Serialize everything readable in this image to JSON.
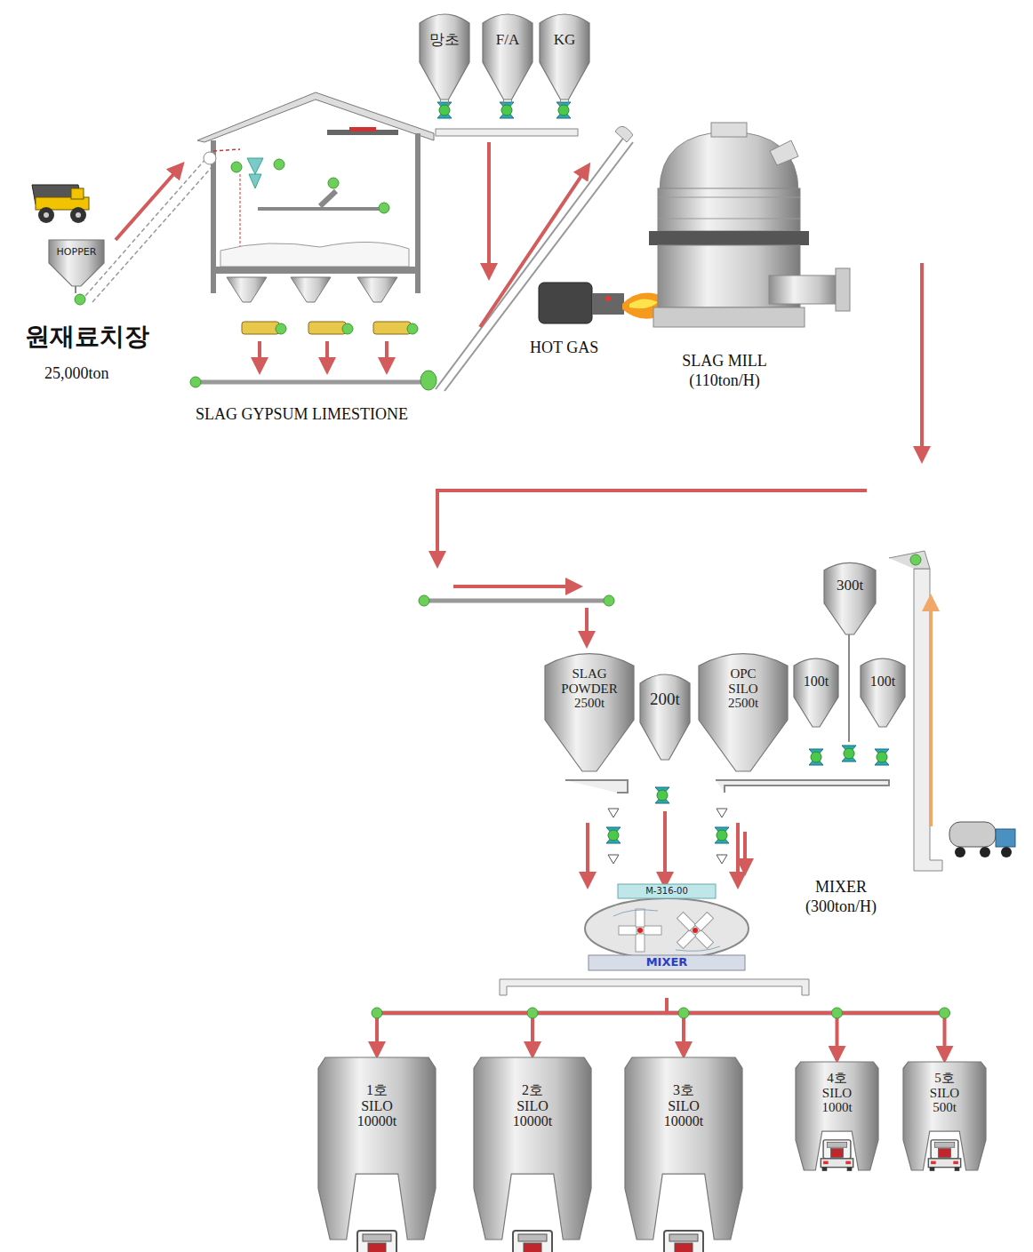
{
  "diagram": {
    "nodes": [
      {
        "text": [
          "망초"
        ]
      },
      {
        "text": [
          "F/A"
        ]
      },
      {
        "text": [
          "KG"
        ]
      },
      {
        "text": [
          "HOPPER"
        ]
      },
      {
        "text": [
          "SLAG POWDER 2500t"
        ]
      },
      {
        "text": [
          "200t"
        ]
      },
      {
        "text": [
          "OPC SILO 2500t"
        ]
      },
      {
        "text": [
          "300t"
        ]
      },
      {
        "text": [
          "100t"
        ]
      },
      {
        "text": [
          "100t"
        ]
      },
      {
        "text": [
          "M-316-00",
          "MIXER"
        ]
      },
      {
        "text": [
          "1호 SILO 10000t"
        ]
      },
      {
        "text": [
          "2호 SILO 10000t"
        ]
      },
      {
        "text": [
          "3호 SILO 10000t"
        ]
      },
      {
        "text": [
          "4호 SILO 1000t"
        ]
      },
      {
        "text": [
          "5호 SILO 500t"
        ]
      }
    ],
    "edges": [
      {
        "from": 4,
        "to": 10,
        "arrow": "to"
      },
      {
        "from": 5,
        "to": 10,
        "arrow": "to"
      },
      {
        "from": 6,
        "to": 10,
        "arrow": "to"
      },
      {
        "from": 10,
        "to": 11,
        "arrow": "to"
      },
      {
        "from": 10,
        "to": 12,
        "arrow": "to"
      },
      {
        "from": 10,
        "to": 13,
        "arrow": "to"
      },
      {
        "from": 10,
        "to": 14,
        "arrow": "to"
      },
      {
        "from": 10,
        "to": 15,
        "arrow": "to"
      }
    ],
    "labels": [
      "원재료치장",
      "25,000ton",
      "SLAG GYPSUM LIMESTIONE",
      "HOT GAS",
      "SLAG MILL (110ton/H)",
      "MIXER (300ton/H)"
    ]
  }
}
